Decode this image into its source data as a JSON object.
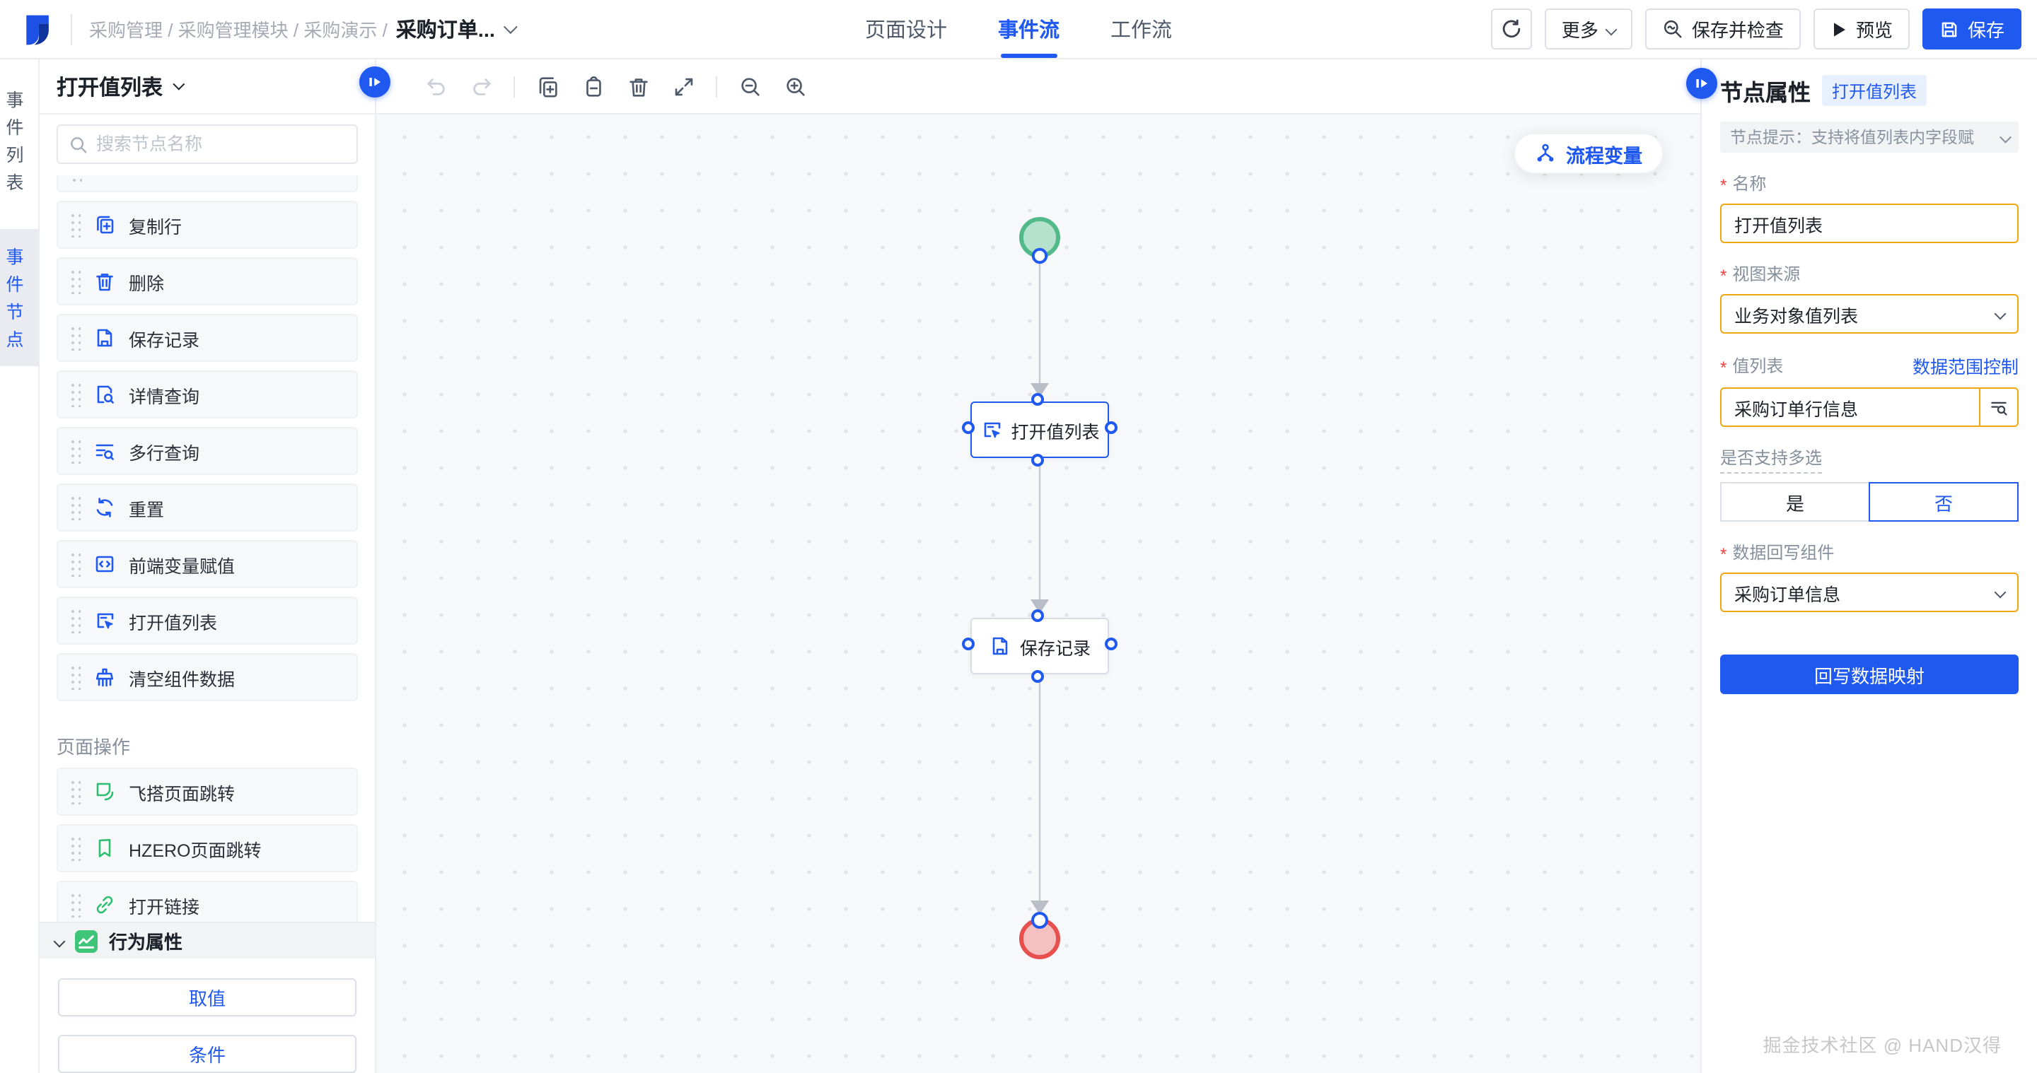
{
  "topbar": {
    "breadcrumb": {
      "path": "采购管理 / 采购管理模块 / 采购演示 /",
      "current": "采购订单..."
    },
    "tabs": [
      {
        "label": "页面设计",
        "active": false
      },
      {
        "label": "事件流",
        "active": true
      },
      {
        "label": "工作流",
        "active": false
      }
    ],
    "actions": {
      "more": "更多",
      "save_check": "保存并检查",
      "preview": "预览",
      "save": "保存"
    }
  },
  "rail": {
    "tabs": [
      {
        "label": "事件列表",
        "active": false
      },
      {
        "label": "事件节点",
        "active": true
      }
    ]
  },
  "left_panel": {
    "title": "打开值列表",
    "search_placeholder": "搜索节点名称",
    "items": [
      {
        "label": "复制行",
        "icon": "copy-row-icon"
      },
      {
        "label": "删除",
        "icon": "trash-icon"
      },
      {
        "label": "保存记录",
        "icon": "save-record-icon"
      },
      {
        "label": "详情查询",
        "icon": "detail-query-icon"
      },
      {
        "label": "多行查询",
        "icon": "multi-row-query-icon"
      },
      {
        "label": "重置",
        "icon": "reset-icon"
      },
      {
        "label": "前端变量赋值",
        "icon": "code-var-icon"
      },
      {
        "label": "打开值列表",
        "icon": "open-lov-icon"
      },
      {
        "label": "清空组件数据",
        "icon": "clear-data-icon"
      }
    ],
    "section_label": "页面操作",
    "page_items": [
      {
        "label": "飞搭页面跳转",
        "icon": "feida-jump-icon"
      },
      {
        "label": "HZERO页面跳转",
        "icon": "hzero-jump-icon"
      },
      {
        "label": "打开链接",
        "icon": "open-link-icon"
      }
    ],
    "behavior_label": "行为属性",
    "footer_buttons": [
      {
        "label": "取值"
      },
      {
        "label": "条件"
      }
    ]
  },
  "canvas": {
    "flow_variable_label": "流程变量",
    "nodes": [
      {
        "label": "打开值列表",
        "selected": true
      },
      {
        "label": "保存记录",
        "selected": false
      }
    ]
  },
  "right_panel": {
    "title": "节点属性",
    "tag": "打开值列表",
    "hint": "节点提示：支持将值列表内字段赋",
    "fields": {
      "name": {
        "label": "名称",
        "value": "打开值列表",
        "required": true
      },
      "view_source": {
        "label": "视图来源",
        "value": "业务对象值列表",
        "required": true
      },
      "lov": {
        "label": "值列表",
        "link": "数据范围控制",
        "value": "采购订单行信息",
        "required": true
      },
      "multi_select": {
        "label": "是否支持多选",
        "options": [
          "是",
          "否"
        ],
        "selected": "否"
      },
      "writeback": {
        "label": "数据回写组件",
        "value": "采购订单信息",
        "required": true
      }
    },
    "mapping_button": "回写数据映射"
  },
  "watermark": "掘金技术社区 @ HAND汉得",
  "colors": {
    "primary": "#2059f0",
    "field_border": "#f0a60e",
    "start_node": "#52b98a",
    "end_node": "#e8504d",
    "page_op_green": "#2fbf71"
  }
}
